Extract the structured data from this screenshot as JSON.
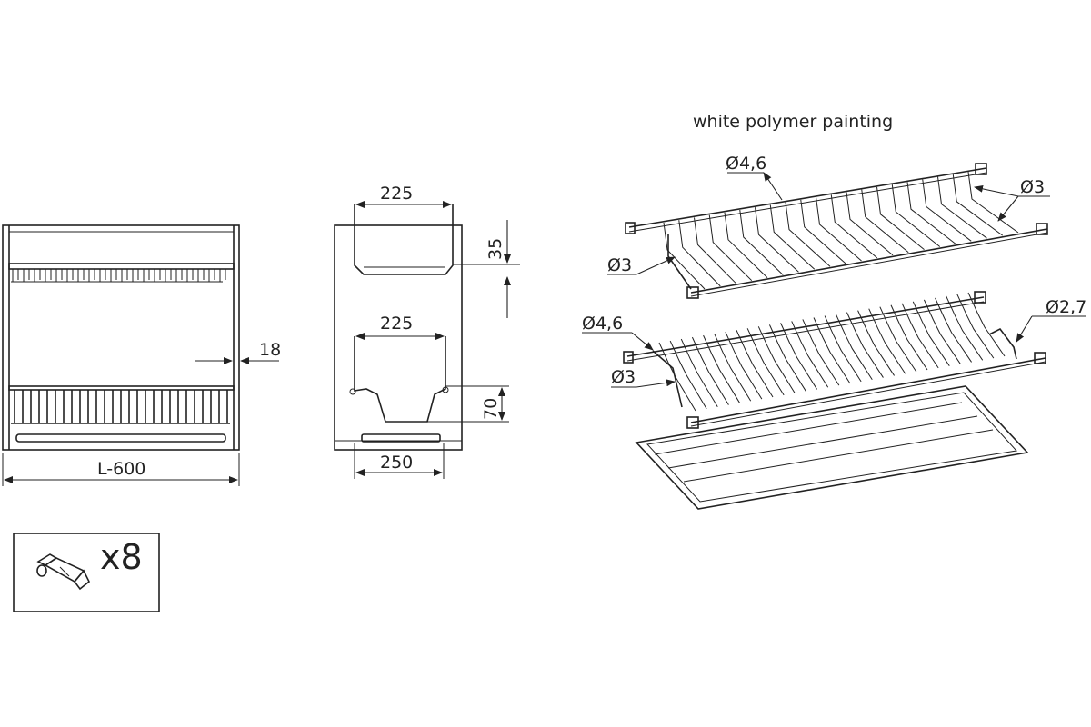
{
  "heading": "white polymer painting",
  "front_view": {
    "width_label": "L-600",
    "side_label": "18"
  },
  "side_view": {
    "top_width": "225",
    "top_height": "35",
    "bottom_width": "225",
    "bottom_height": "70",
    "tray_width": "250"
  },
  "exploded_view": {
    "upper_rod": "Ø4,6",
    "upper_wire_right": "Ø3",
    "upper_wire_left": "Ø3",
    "lower_rod": "Ø4,6",
    "lower_wire_right": "Ø2,7",
    "lower_wire_left": "Ø3"
  },
  "fasteners": {
    "count_label": "x8"
  }
}
